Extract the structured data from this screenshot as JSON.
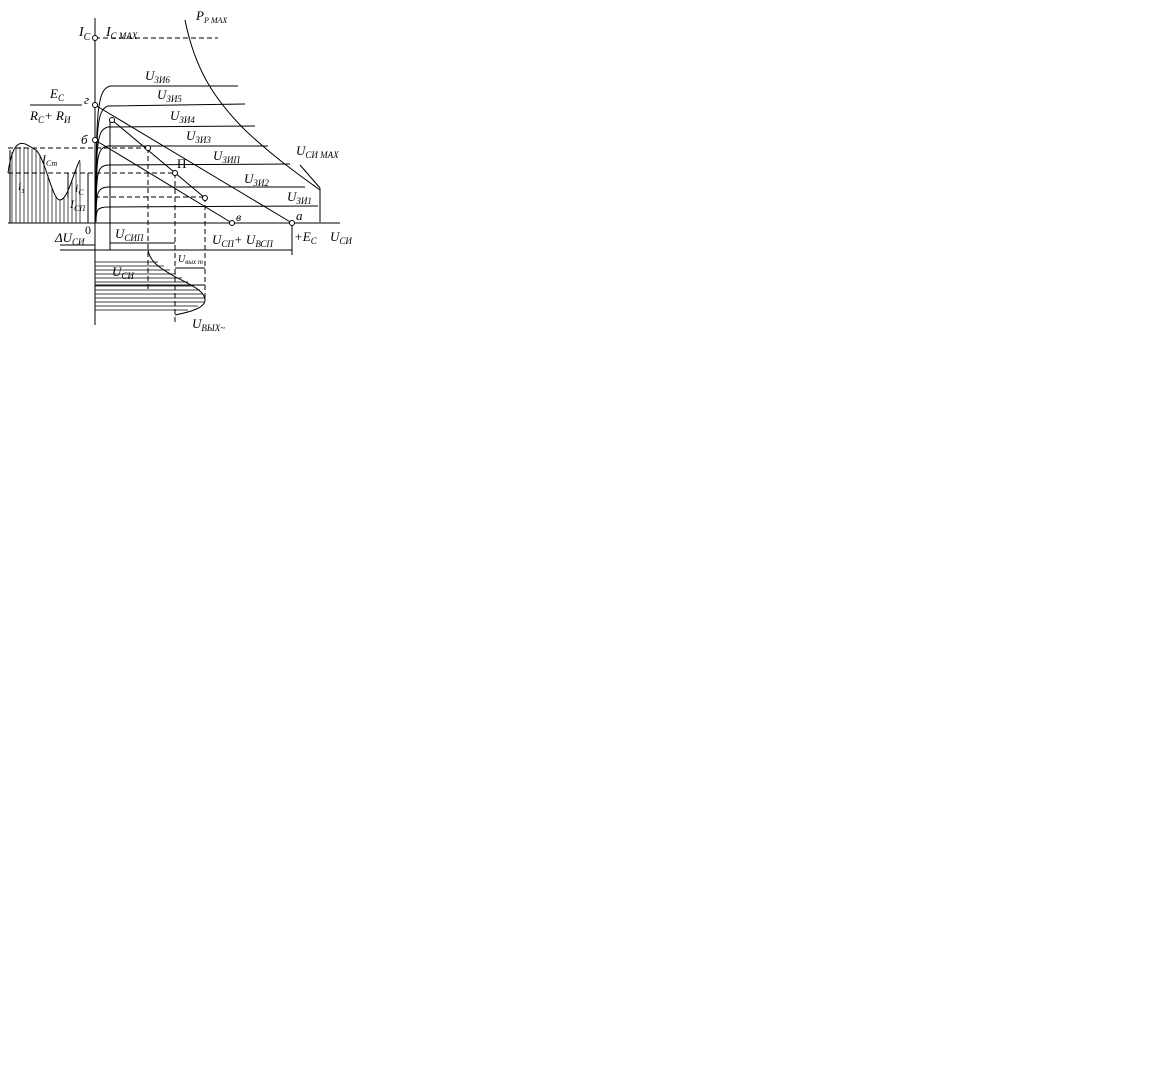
{
  "axes": {
    "y_label": "I",
    "y_label_sub": "C",
    "x_label": "U",
    "x_label_sub": "СИ",
    "origin": "0"
  },
  "limits": {
    "ic_max": "I",
    "ic_max_sub": "С МАХ",
    "pp_max": "P",
    "pp_max_sub": "Р МАХ",
    "usi_max": "U",
    "usi_max_sub": "СИ МАХ"
  },
  "fraction": {
    "numerator": "E",
    "numerator_sub": "C",
    "denominator": "R",
    "denominator_sub1": "C",
    "denominator_mid": "+ R",
    "denominator_sub2": "И"
  },
  "curves": [
    {
      "label": "U",
      "sub": "ЗИ6"
    },
    {
      "label": "U",
      "sub": "ЗИ5"
    },
    {
      "label": "U",
      "sub": "ЗИ4"
    },
    {
      "label": "U",
      "sub": "ЗИ3"
    },
    {
      "label": "U",
      "sub": "ЗИП"
    },
    {
      "label": "U",
      "sub": "ЗИ2"
    },
    {
      "label": "U",
      "sub": "ЗИ1"
    }
  ],
  "points": {
    "g": "г",
    "b": "б",
    "p": "П",
    "v": "в",
    "a": "а"
  },
  "labels": {
    "ec": "+E",
    "ec_sub": "C",
    "delta": "ΔU",
    "delta_sub": "СИ",
    "usip": "U",
    "usip_sub": "СИП",
    "usp_plus": "U",
    "usp_plus_sub1": "СП",
    "usp_plus_mid": "+ U",
    "usp_plus_sub2": "ВСП",
    "uvyxm": "U",
    "uvyxm_sub": "вых m",
    "usi": "U",
    "usi_sub": "СИ",
    "uvyx": "U",
    "uvyx_sub": "ВЫХ~",
    "icm": "I",
    "icm_sub": "Cm",
    "ic": "i",
    "ic_sub": "C",
    "icp": "I",
    "icp_sub": "СП",
    "iz": "i",
    "iz_sub": "з"
  }
}
